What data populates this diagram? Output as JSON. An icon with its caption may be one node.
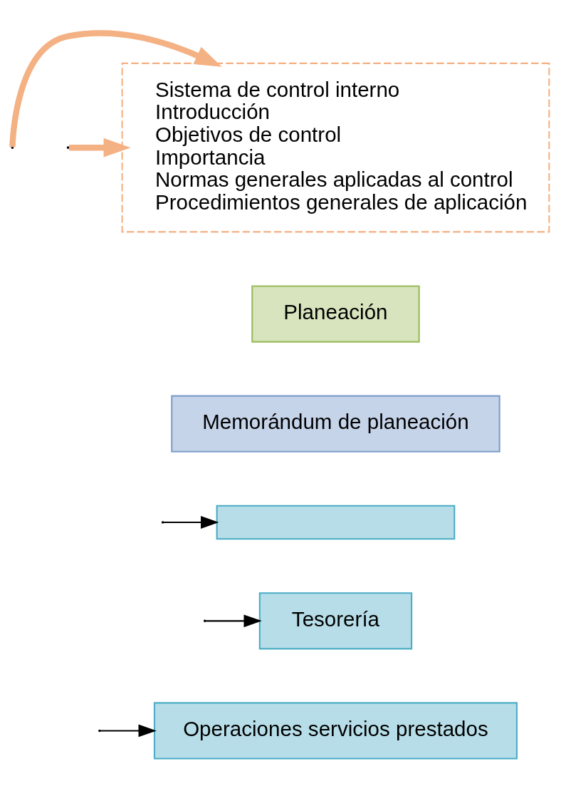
{
  "diagram": {
    "nodes": [
      {
        "text": [
          "Sistema de control interno",
          "Introducción",
          "Objetivos de control",
          "Importancia",
          "Normas generales aplicadas al control",
          "Procedimientos generales de aplicación"
        ]
      },
      {
        "text": [
          "Planeación"
        ]
      },
      {
        "text": [
          "Memorándum de planeación"
        ]
      },
      {
        "text": [],
        "shape": "box"
      },
      {
        "text": [
          "Tesorería"
        ]
      },
      {
        "text": [
          "Operaciones servicios prestados"
        ]
      }
    ],
    "edges": [
      {
        "from": null,
        "to": 0,
        "arrow": "to",
        "style": "thick",
        "color": "#f4b183"
      },
      {
        "from": null,
        "to": 0,
        "arrow": "to",
        "style": "thick",
        "color": "#f4b183"
      },
      {
        "from": null,
        "to": 3,
        "arrow": "to"
      },
      {
        "from": null,
        "to": 4,
        "arrow": "to"
      },
      {
        "from": null,
        "to": 5,
        "arrow": "to"
      }
    ]
  }
}
